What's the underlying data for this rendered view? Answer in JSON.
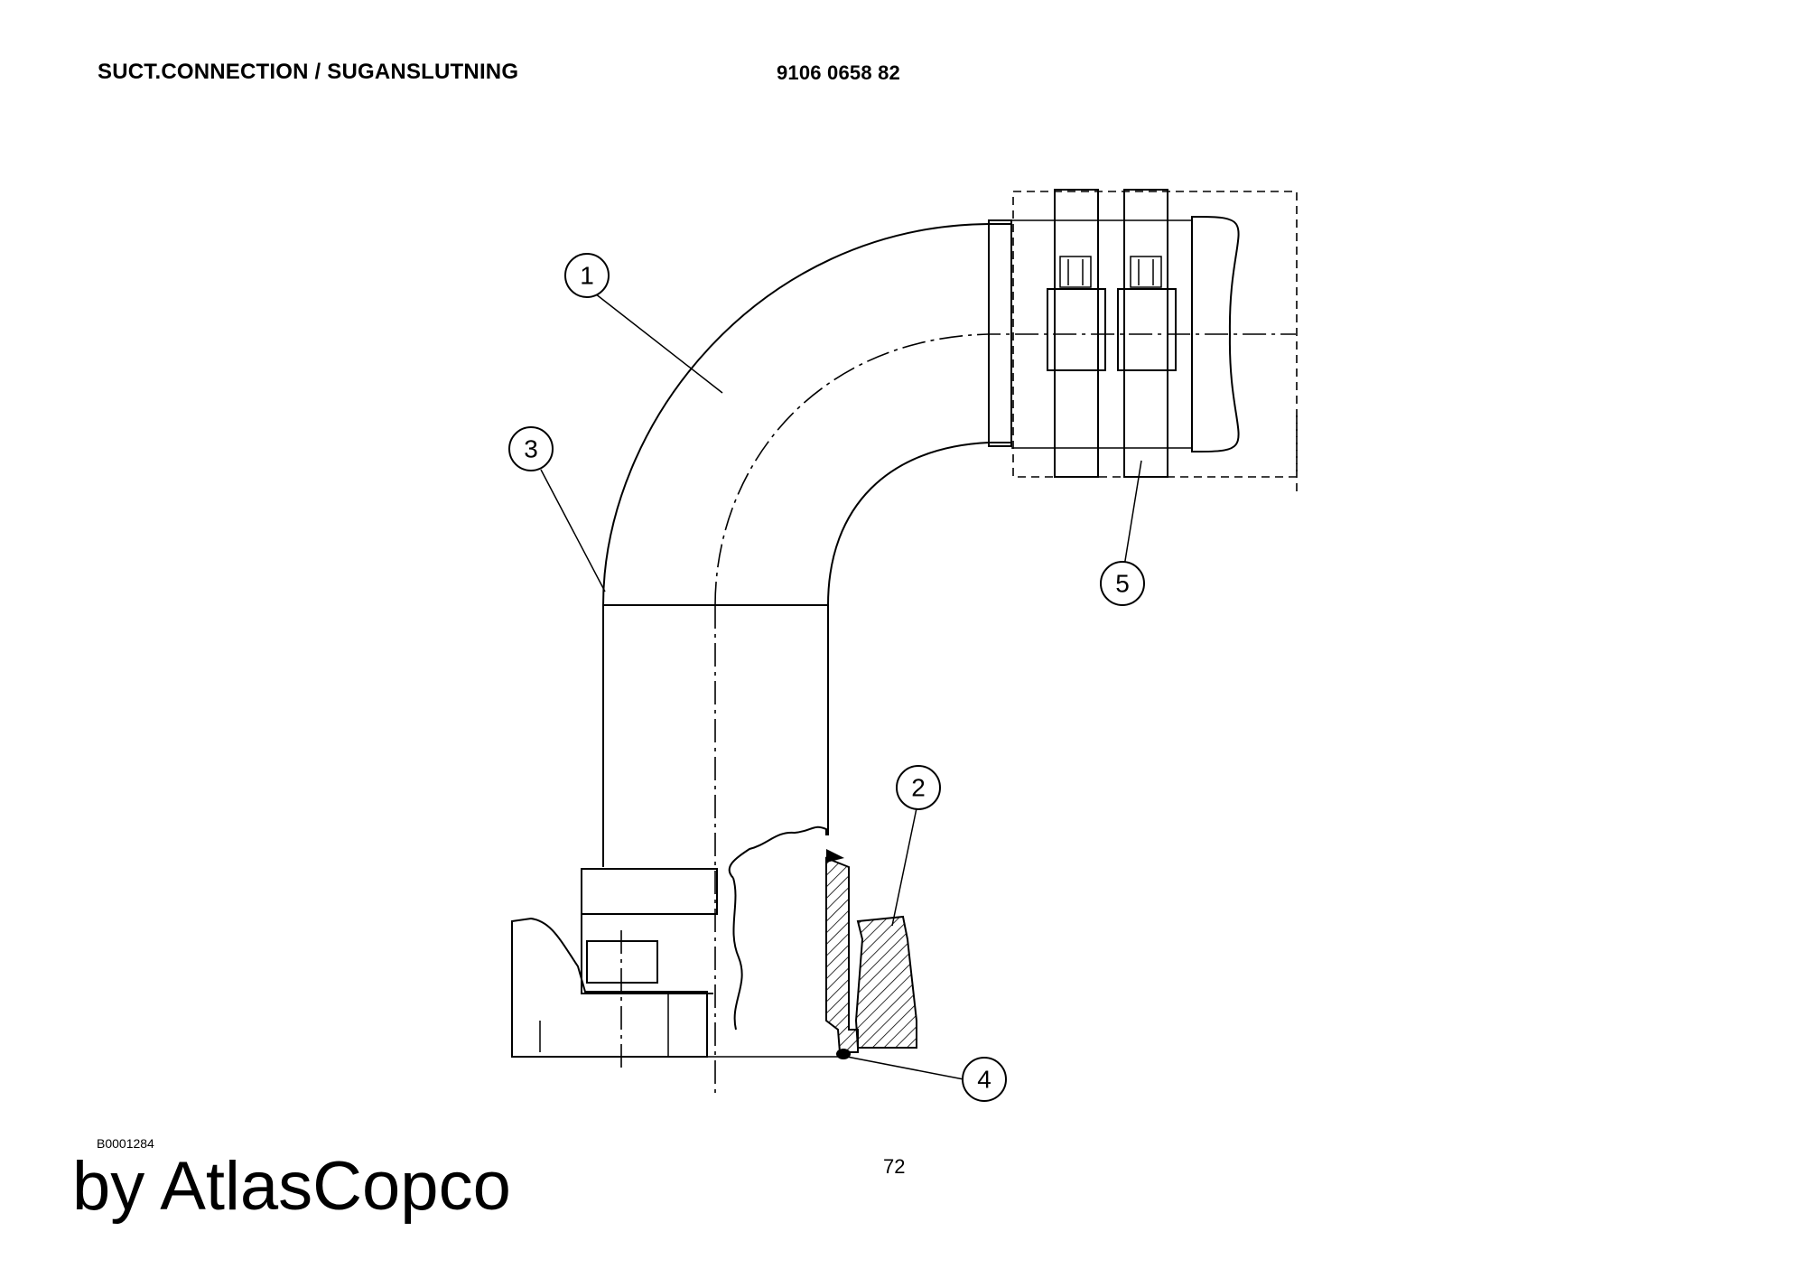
{
  "header": {
    "title": "SUCT.CONNECTION / SUGANSLUTNING",
    "part_number": "9106 0658 82"
  },
  "drawing": {
    "callouts": [
      "1",
      "2",
      "3",
      "4",
      "5"
    ]
  },
  "footer": {
    "drawing_id": "B0001284",
    "page_number": "72",
    "brand": "by AtlasCopco"
  }
}
